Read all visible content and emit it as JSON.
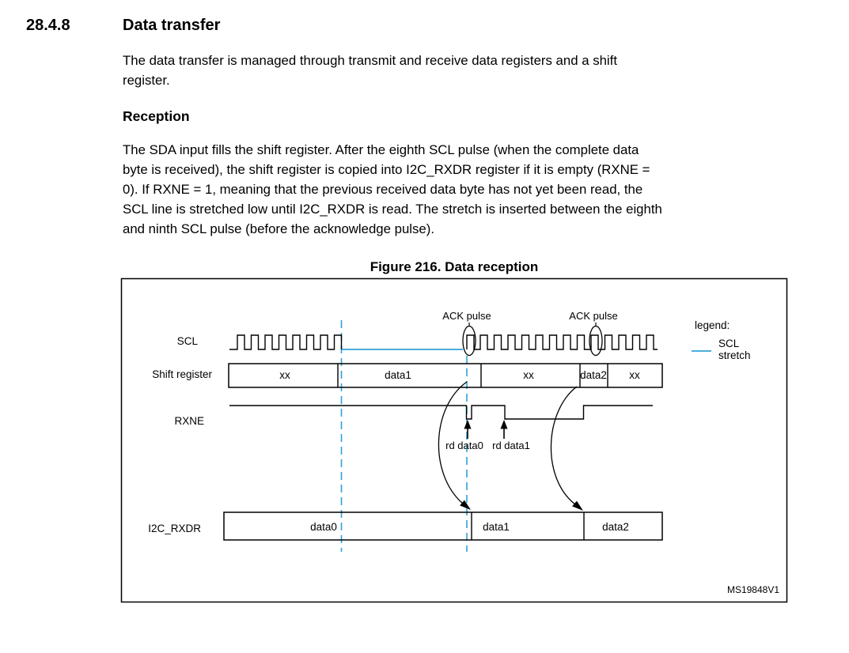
{
  "document": {
    "section_number": "28.4.8",
    "section_title": "Data transfer",
    "paragraph_1": "The data transfer is managed through transmit and receive data registers and a shift\nregister.",
    "subsection_title": "Reception",
    "paragraph_2": "The SDA input fills the shift register. After the eighth SCL pulse (when the complete data\nbyte is received), the shift register is copied into I2C_RXDR register if it is empty (RXNE =\n0). If RXNE = 1, meaning that the previous received data byte has not yet been read, the\nSCL line is stretched low until I2C_RXDR is read. The stretch is inserted between the eighth\nand ninth SCL pulse (before the acknowledge pulse)."
  },
  "figure": {
    "caption": "Figure 216. Data reception",
    "watermark": "MS19848V1",
    "colors": {
      "scl_stretch": "#2fa2d9",
      "line": "#000000"
    },
    "row_labels": {
      "scl": "SCL",
      "shift_register": "Shift register",
      "rxne": "RXNE",
      "i2c_rxdr": "I2C_RXDR"
    },
    "annotations": {
      "ack_pulse_1": "ACK pulse",
      "ack_pulse_2": "ACK pulse",
      "rd_data0": "rd data0",
      "rd_data1": "rd data1"
    },
    "legend": {
      "title": "legend:",
      "item_line1": "SCL",
      "item_line2": "stretch"
    },
    "shift_register_cells": [
      "xx",
      "data1",
      "xx",
      "data2",
      "xx"
    ],
    "rxdr_cells": [
      "data0",
      "data1",
      "data2"
    ],
    "scl_pulse_groups": [
      8,
      8,
      4
    ]
  }
}
